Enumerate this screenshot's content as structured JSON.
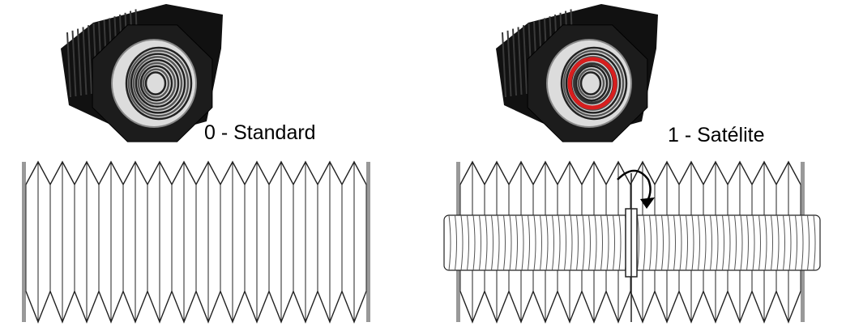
{
  "variants": [
    {
      "code": "0",
      "label": "0 - Standard",
      "type": "standard"
    },
    {
      "code": "1",
      "label": "1 - Satélite",
      "type": "satelite"
    }
  ],
  "colors": {
    "bellows_body": "#1c1c1c",
    "bellows_inner": "#dcdcdc",
    "drawing_line": "#222222",
    "frame_plate": "#999999",
    "seal_ring": "#d81e1e"
  }
}
